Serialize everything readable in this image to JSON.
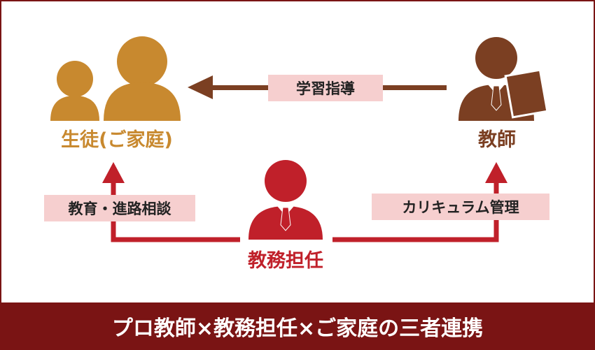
{
  "colors": {
    "student": "#c8892f",
    "teacher": "#7b3f22",
    "homeroom": "#c0202a",
    "teacher_arrow": "#7b3f22",
    "label_bg": "#f6cfcf",
    "footer_bg": "#7a1414",
    "footer_text": "#ffffff"
  },
  "nodes": {
    "student": {
      "label": "生徒(ご家庭)",
      "icon": "family-icon"
    },
    "teacher": {
      "label": "教師",
      "icon": "teacher-with-document-icon"
    },
    "homeroom": {
      "label": "教務担任",
      "icon": "person-with-tie-icon"
    }
  },
  "edges": {
    "instruction": "学習指導",
    "guidance": "教育・進路相談",
    "curriculum": "カリキュラム管理"
  },
  "footer": {
    "text": "プロ教師×教務担任×ご家庭の三者連携"
  }
}
